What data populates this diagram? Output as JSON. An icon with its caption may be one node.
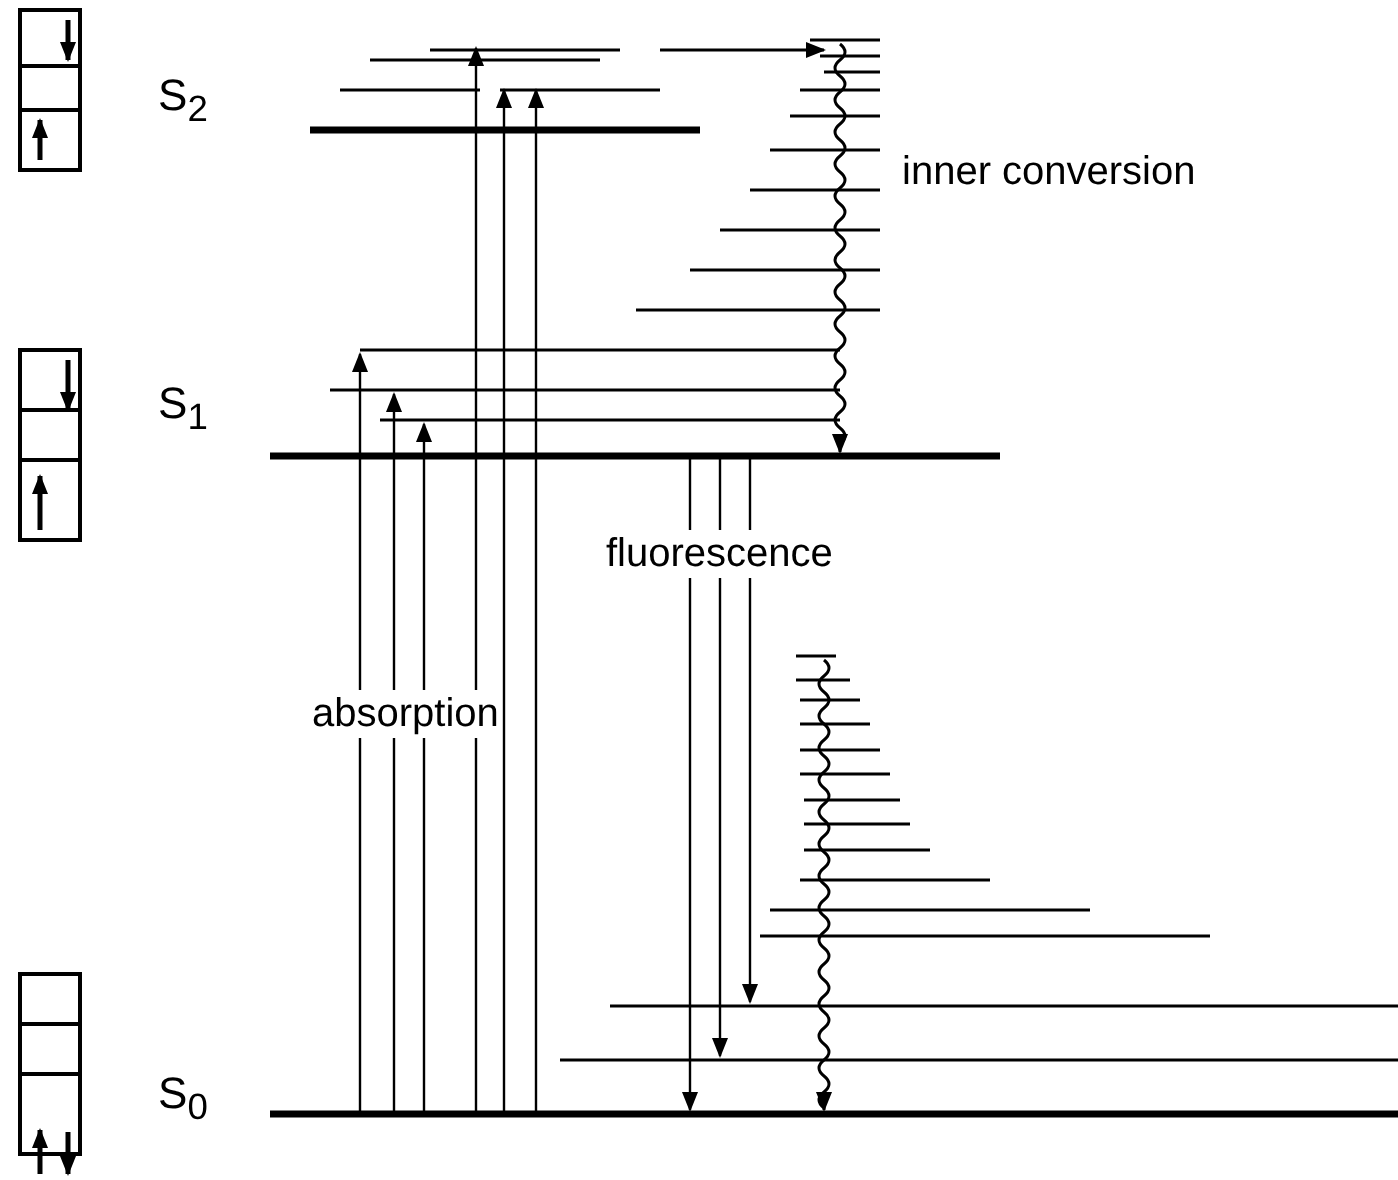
{
  "diagram": {
    "labels": [
      "S$_{2}$",
      "inner conversion",
      "S$_{1}$",
      "fluorescence",
      "absorption",
      "S$_{0}$"
    ]
  }
}
